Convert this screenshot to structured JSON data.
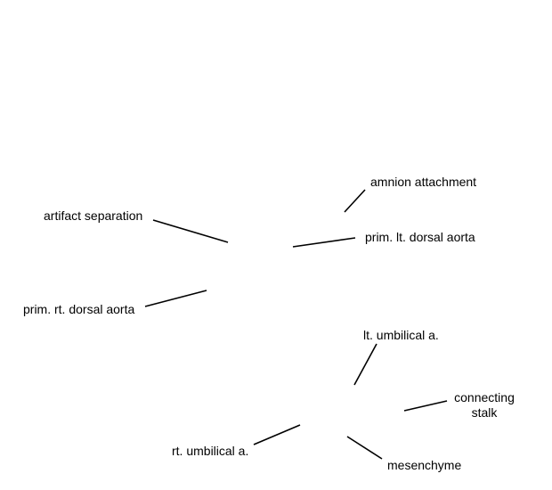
{
  "labels": {
    "amnion_attachment": "amnion attachment",
    "artifact_separation": "artifact separation",
    "prim_lt_dorsal_aorta": "prim. lt. dorsal aorta",
    "prim_rt_dorsal_aorta": "prim. rt. dorsal aorta",
    "lt_umbilical_a": "lt. umbilical a.",
    "connecting_stalk_line1": "connecting",
    "connecting_stalk_line2": "stalk",
    "rt_umbilical_a": "rt. umbilical a.",
    "mesenchyme": "mesenchyme"
  },
  "colors": {
    "background": "#ffffff",
    "text": "#000000",
    "leader_line": "#000000"
  }
}
